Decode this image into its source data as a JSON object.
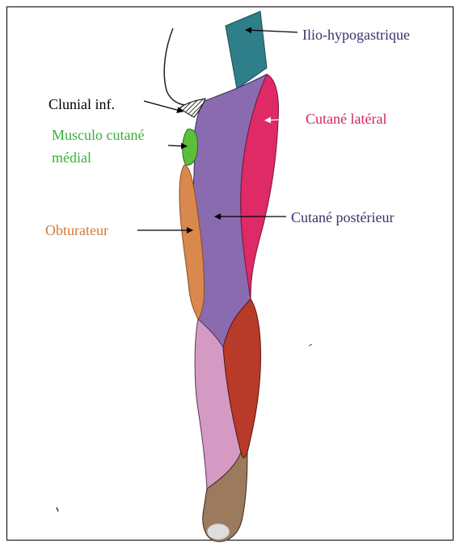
{
  "labels": {
    "ilio_hypogastrique": "Ilio-hypogastrique",
    "cutane_lateral": "Cutané latéral",
    "clunial_inf": "Clunial inf.",
    "musculo_cutane_medial_line1": "Musculo cutané",
    "musculo_cutane_medial_line2": "médial",
    "cutane_posterieur": "Cutané postérieur",
    "obturateur": "Obturateur"
  },
  "colors": {
    "ilio_hypogastrique": "#2f7f8a",
    "cutane_lateral": "#de2a66",
    "cutane_posterieur": "#8a6bb0",
    "musculo_cutane_medial": "#5cbf3a",
    "obturateur": "#d9894e",
    "calf_medial": "#d49ac4",
    "calf_lateral": "#b83a28",
    "heel": "#9c7a5e",
    "label_dark": "#3d2f6b",
    "label_red": "#d8245a",
    "label_green": "#3aae35",
    "label_orange": "#d07a3c",
    "label_black": "#000000"
  }
}
